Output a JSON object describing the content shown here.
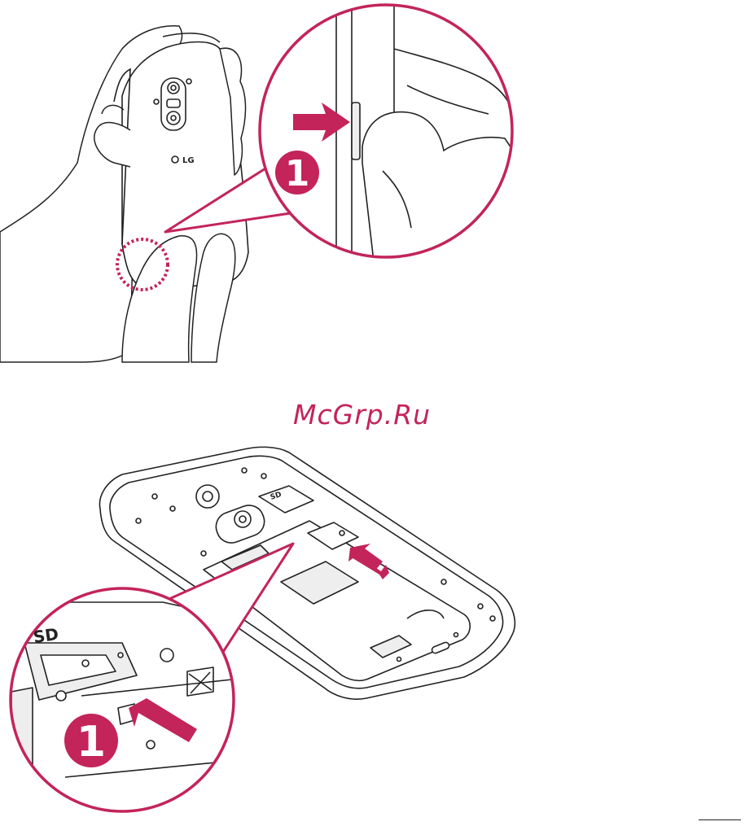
{
  "watermark": {
    "text": "McGrp.Ru"
  },
  "phone_back": {
    "brand_text": "LG"
  },
  "inner_phone": {
    "sd_label": "SD",
    "sd_label_inset": "SD"
  },
  "step_callouts": {
    "top_number": "1",
    "bottom_number": "1"
  },
  "colors": {
    "accent": "#c3245a",
    "line": "#222222",
    "fill": "#ffffff",
    "shade": "#eeeeee"
  },
  "icons": {
    "arrow_top": "press-arrow-icon",
    "arrow_bottom": "press-arrow-icon",
    "arrow_battery": "press-arrow-icon",
    "highlight": "dotted-circle-highlight"
  }
}
